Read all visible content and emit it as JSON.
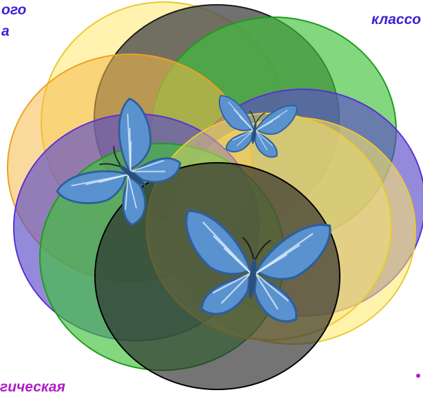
{
  "colors": {
    "caption": "#3b1fd6",
    "caption_bottom": "#b01cc8",
    "ring_yellow": "#f6d84a",
    "ring_orange": "#f1b02a",
    "ring_green": "#33b52b",
    "ring_purple": "#4b3fc3",
    "ring_black": "#151515",
    "butterfly_blue": "#4f87c6"
  },
  "captions": {
    "top_left_line1": "ого",
    "top_left_line2": "а",
    "top_right": "классо",
    "bottom_left": "гическая"
  },
  "graphic": {
    "circles": [
      "yellow",
      "dark-gray",
      "green",
      "purple",
      "yellow",
      "orange",
      "purple",
      "green",
      "yellow",
      "black"
    ],
    "butterflies": [
      "butterfly-left",
      "butterfly-small",
      "butterfly-large"
    ]
  }
}
